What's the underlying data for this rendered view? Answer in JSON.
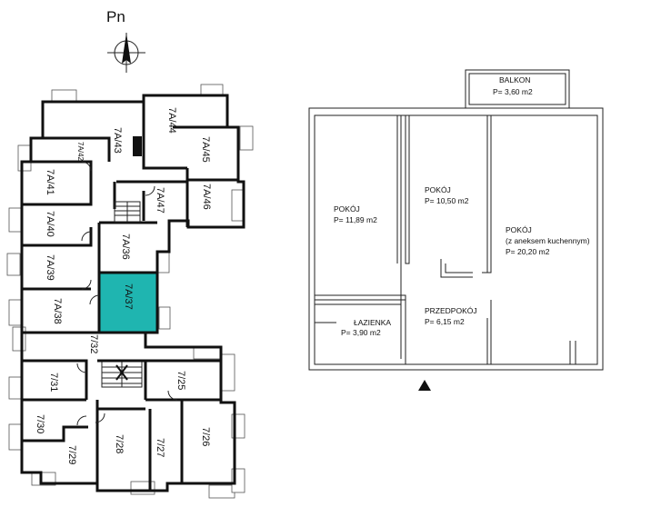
{
  "north": {
    "label": "Pn"
  },
  "site_plan": {
    "highlight_color": "#1fb5b0",
    "units": [
      {
        "id": "7A/43"
      },
      {
        "id": "7A/44"
      },
      {
        "id": "7A/42"
      },
      {
        "id": "7A/45"
      },
      {
        "id": "7A/41"
      },
      {
        "id": "7A/47"
      },
      {
        "id": "7A/46"
      },
      {
        "id": "7A/40"
      },
      {
        "id": "7A/36"
      },
      {
        "id": "7A/39"
      },
      {
        "id": "7A/38"
      },
      {
        "id": "7A/37",
        "selected": true
      },
      {
        "id": "7/32"
      },
      {
        "id": "7/31"
      },
      {
        "id": "7/25"
      },
      {
        "id": "7/30"
      },
      {
        "id": "7/28"
      },
      {
        "id": "7/27"
      },
      {
        "id": "7/26"
      },
      {
        "id": "7/29"
      }
    ]
  },
  "apartment": {
    "rooms": [
      {
        "name": "BALKON",
        "area": "P= 3,60 m2"
      },
      {
        "name": "POKÓJ",
        "area": "P= 11,89 m2"
      },
      {
        "name": "POKÓJ",
        "area": "P= 10,50 m2"
      },
      {
        "name": "POKÓJ",
        "note": "(z aneksem kuchennym)",
        "area": "P= 20,20 m2"
      },
      {
        "name": "PRZEDPOKÓJ",
        "area": "P= 6,15 m2"
      },
      {
        "name": "ŁAZIENKA",
        "area": "P= 3,90 m2"
      }
    ]
  }
}
